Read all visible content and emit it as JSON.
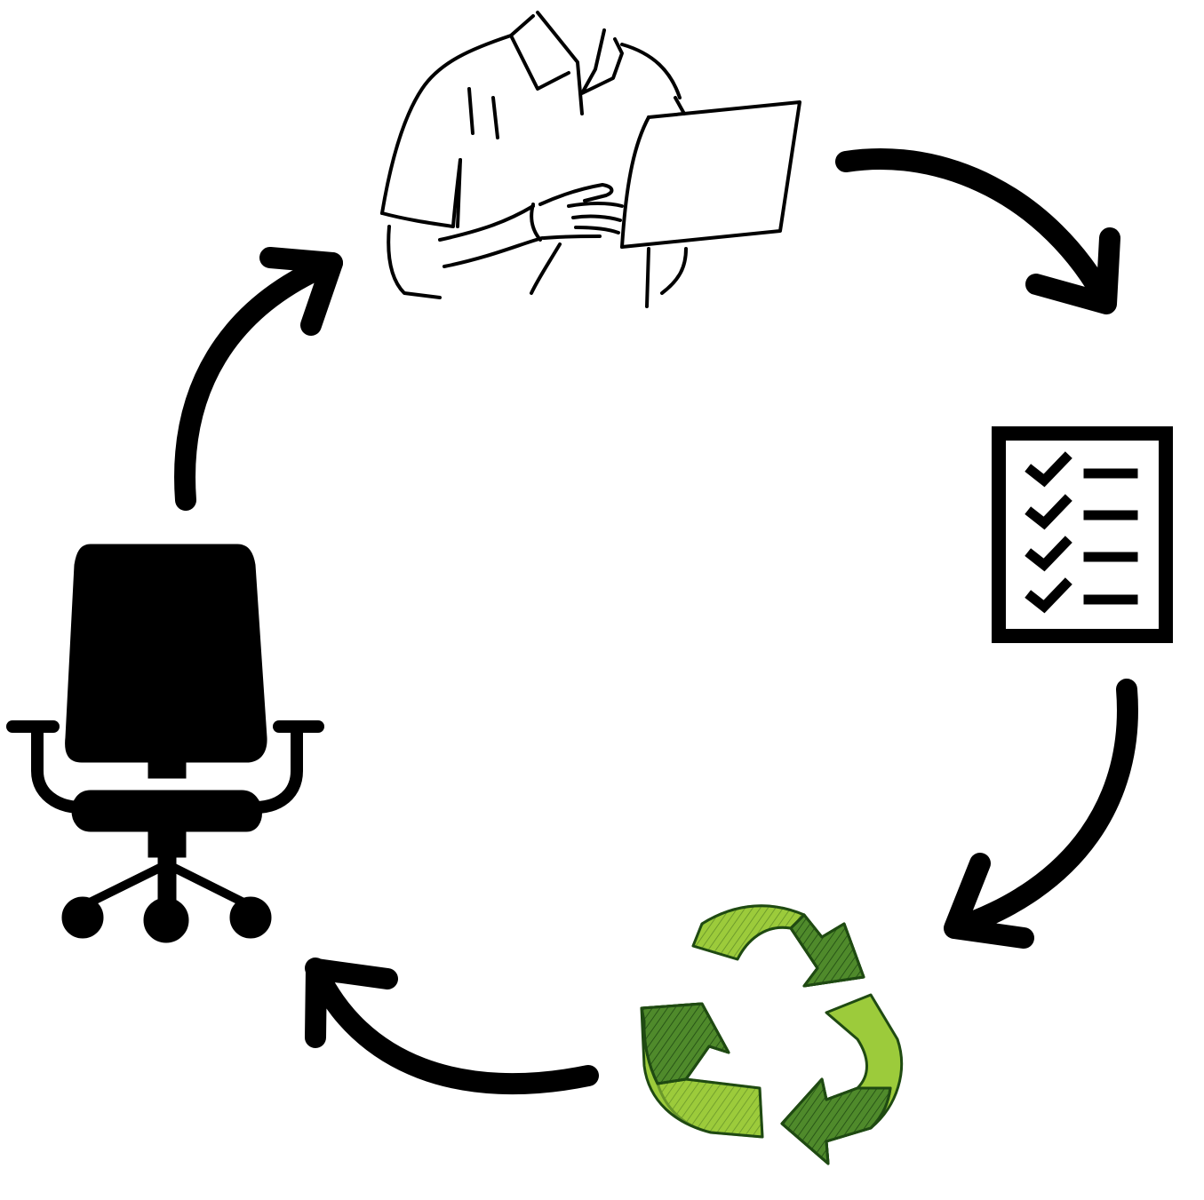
{
  "diagram": {
    "type": "cycle",
    "nodes": [
      {
        "id": "person",
        "icon": "person-with-laptop-icon",
        "style": "line-sketch"
      },
      {
        "id": "checklist",
        "icon": "checklist-icon",
        "checked_rows": 4
      },
      {
        "id": "recycle",
        "icon": "recycle-icon",
        "style": "green-hatched-sketch"
      },
      {
        "id": "chair",
        "icon": "office-chair-icon"
      }
    ],
    "edges": [
      {
        "from": "person",
        "to": "checklist"
      },
      {
        "from": "checklist",
        "to": "recycle"
      },
      {
        "from": "recycle",
        "to": "chair"
      },
      {
        "from": "chair",
        "to": "person"
      }
    ]
  },
  "colors": {
    "stroke": "#000000",
    "background": "#ffffff",
    "recycle_light": "#9ccb3b",
    "recycle_dark": "#4f8a2b",
    "recycle_outline": "#1f4a12"
  }
}
